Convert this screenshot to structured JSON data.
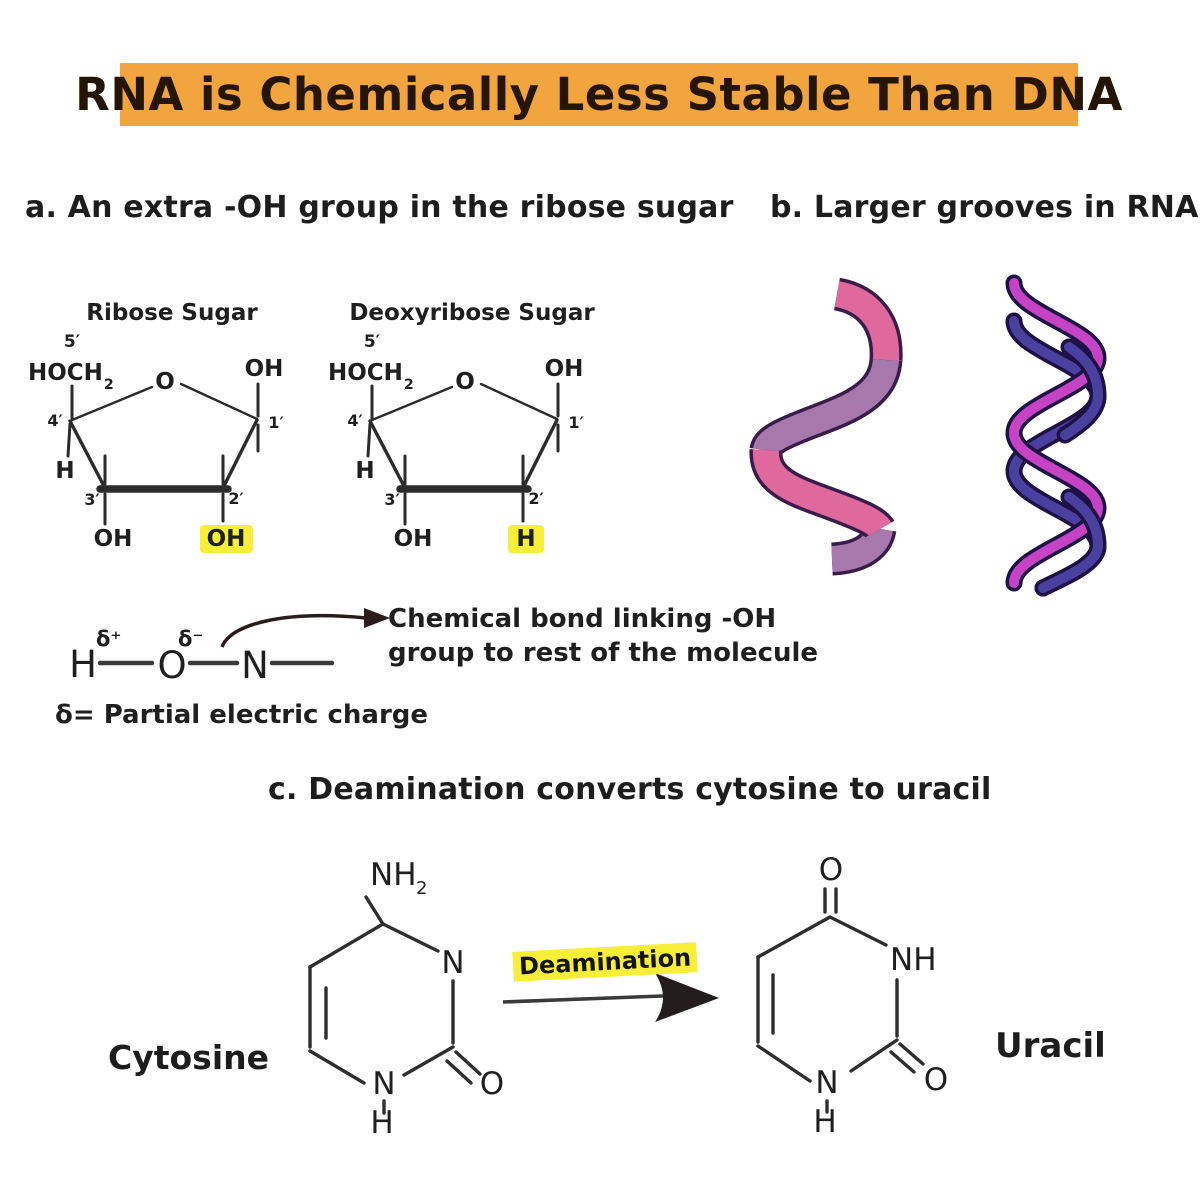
{
  "colors": {
    "title_bg": "#F2A43E",
    "highlight": "#F7EE38",
    "ink": "#1F1F1F",
    "rna_front": "#DF689D",
    "rna_back": "#A678AC",
    "rna_outline": "#391B4C",
    "dna_magenta": "#C643C6",
    "dna_purple": "#4B40A0",
    "dna_outline": "#1D1145"
  },
  "title": "RNA is Chemically Less Stable Than DNA",
  "headings": {
    "a": "a. An extra -OH group in the ribose sugar",
    "b": "b. Larger grooves in RNA",
    "c": "c. Deamination converts cytosine to uracil"
  },
  "ribose": {
    "title": "Ribose Sugar",
    "prime5": "5′",
    "hoch": "HOCH",
    "hoch_sub": "2",
    "ring_o": "O",
    "oh_top_right": "OH",
    "prime4": "4′",
    "prime1": "1′",
    "prime3": "3′",
    "prime2": "2′",
    "h_left": "H",
    "oh_bottom_left": "OH",
    "c2_group": "OH"
  },
  "deoxyribose": {
    "title": "Deoxyribose Sugar",
    "prime5": "5′",
    "hoch": "HOCH",
    "hoch_sub": "2",
    "ring_o": "O",
    "oh_top_right": "OH",
    "prime4": "4′",
    "prime1": "1′",
    "prime3": "3′",
    "prime2": "2′",
    "h_left": "H",
    "oh_bottom_left": "OH",
    "c2_group": "H"
  },
  "polar_bond": {
    "h": "H",
    "o": "O",
    "n": "N",
    "delta_plus": "δ⁺",
    "delta_minus": "δ⁻",
    "note_line1": "Chemical bond linking -OH",
    "note_line2": "group to rest of the molecule",
    "legend": "δ= Partial electric charge"
  },
  "reaction": {
    "arrow_label": "Deamination",
    "left_molecule": "Cytosine",
    "right_molecule": "Uracil",
    "cytosine": {
      "amine": "NH",
      "amine_sub": "2",
      "ring_n": "N",
      "bottom_n": "N",
      "bottom_h": "H",
      "oxygen": "O"
    },
    "uracil": {
      "top_o": "O",
      "ring_nh": "NH",
      "bottom_n": "N",
      "bottom_h": "H",
      "right_o": "O"
    }
  }
}
